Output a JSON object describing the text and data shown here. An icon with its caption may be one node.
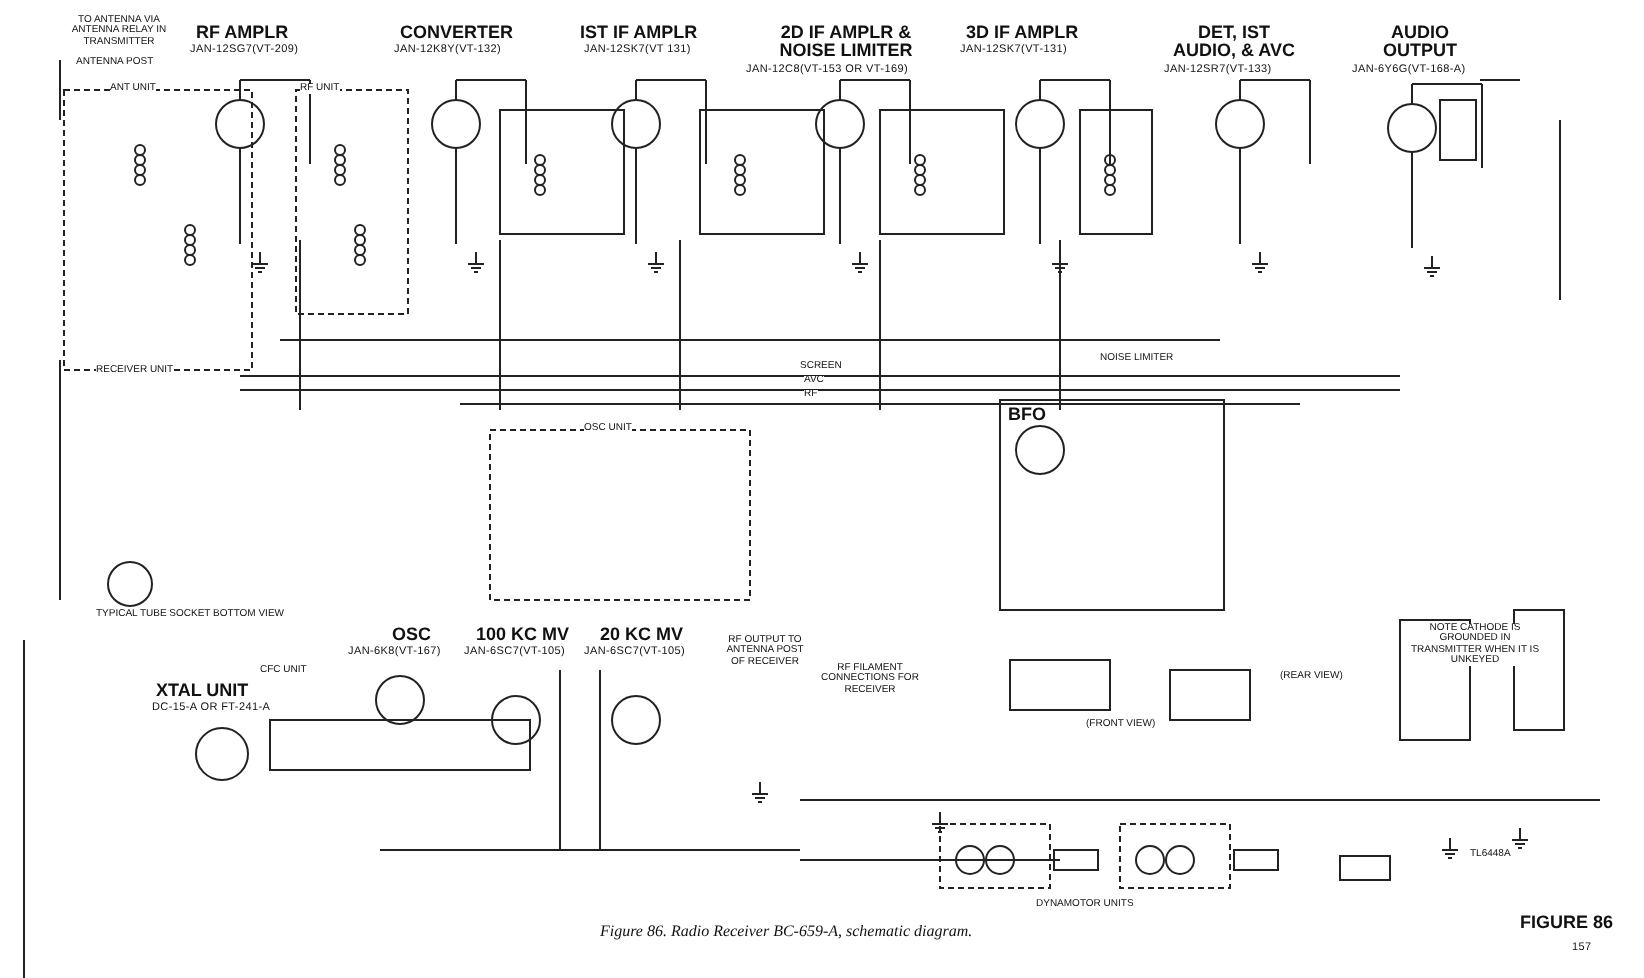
{
  "diagram": {
    "caption": "Figure 86. Radio Receiver BC-659-A, schematic diagram.",
    "labels": [
      "TO ANTENNA VIA ANTENNA RELAY IN TRANSMITTER",
      "ANTENNA POST",
      "RF AMPLR",
      "JAN-12SG7(VT-209)",
      "CONVERTER",
      "JAN-12K8Y(VT-132)",
      "IST IF AMPLR",
      "JAN-12SK7(VT 131)",
      "2D IF AMPLR & NOISE LIMITER",
      "JAN-12C8(VT-153 OR VT-169)",
      "3D IF AMPLR",
      "JAN-12SK7(VT-131)",
      "DET, IST AUDIO, & AVC",
      "JAN-12SR7(VT-133)",
      "AUDIO OUTPUT",
      "JAN-6Y6G(VT-168-A)",
      "ANT UNIT",
      "RF UNIT",
      "RECEIVER UNIT",
      "SCREEN",
      "AVC",
      "RF",
      "NOISE LIMITER",
      "OSC UNIT",
      "BFO",
      "TYPICAL TUBE SOCKET BOTTOM VIEW",
      "OSC",
      "JAN-6K8(VT-167)",
      "100 KC MV",
      "JAN-6SC7(VT-105)",
      "20 KC MV",
      "JAN-6SC7(VT-105)",
      "RF OUTPUT TO ANTENNA POST OF RECEIVER",
      "CFC UNIT",
      "XTAL UNIT",
      "DC-15-A OR FT-241-A",
      "RF FILAMENT CONNECTIONS FOR RECEIVER",
      "(REAR VIEW)",
      "NOTE CATHODE IS GROUNDED IN TRANSMITTER WHEN IT IS UNKEYED",
      "(FRONT VIEW)",
      "DYNAMOTOR UNITS",
      "TL6448A",
      "FIGURE 86",
      "157"
    ]
  }
}
